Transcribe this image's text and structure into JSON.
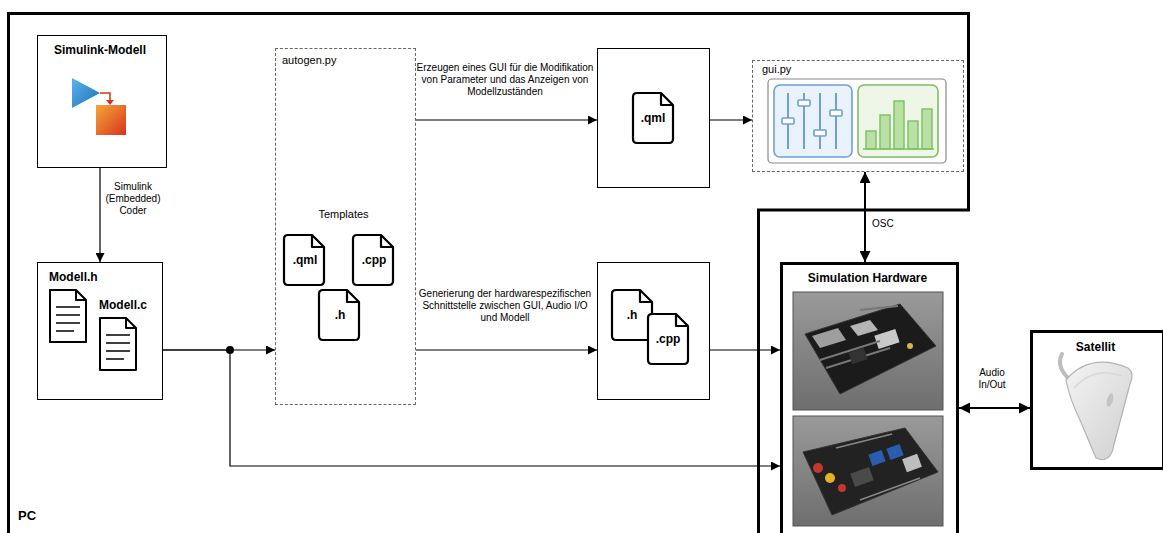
{
  "diagram": {
    "nodes": [
      {
        "text": [
          "PC"
        ]
      },
      {
        "text": [
          "Simulink-Modell"
        ],
        "in": 0
      },
      {
        "text": [
          "autogen.py",
          "Templates",
          ".qml",
          ".cpp",
          ".h"
        ],
        "in": 0
      },
      {
        "text": [
          ".qml"
        ],
        "in": 0
      },
      {
        "text": [
          "gui.py"
        ],
        "in": 0
      },
      {
        "text": [
          "Modell.h",
          "Modell.c"
        ],
        "in": 0
      },
      {
        "text": [
          ".h",
          ".cpp"
        ],
        "in": 0
      },
      {
        "text": [
          "Simulation Hardware"
        ]
      },
      {
        "text": [
          "Satellit"
        ]
      }
    ],
    "edges": [
      {
        "from": 1,
        "to": 5,
        "label": "Simulink (Embedded) Coder",
        "arrow": "to"
      },
      {
        "from": 5,
        "to": 2,
        "arrow": "to"
      },
      {
        "from": 5,
        "to": 7,
        "arrow": "to"
      },
      {
        "from": 2,
        "to": 3,
        "label": "Erzeugen eines GUI für die Modifikation von Parameter und das Anzeigen von Modellzuständen",
        "arrow": "to"
      },
      {
        "from": 2,
        "to": 6,
        "label": "Generierung der hardwarespezifischen Schnittstelle zwischen GUI, Audio I/O und Modell",
        "arrow": "to"
      },
      {
        "from": 3,
        "to": 4,
        "arrow": "to"
      },
      {
        "from": 6,
        "to": 7,
        "arrow": "to"
      },
      {
        "from": 4,
        "to": 7,
        "label": "OSC",
        "arrow": "both"
      },
      {
        "from": 7,
        "to": 8,
        "label": "Audio In/Out",
        "arrow": "both"
      }
    ]
  }
}
